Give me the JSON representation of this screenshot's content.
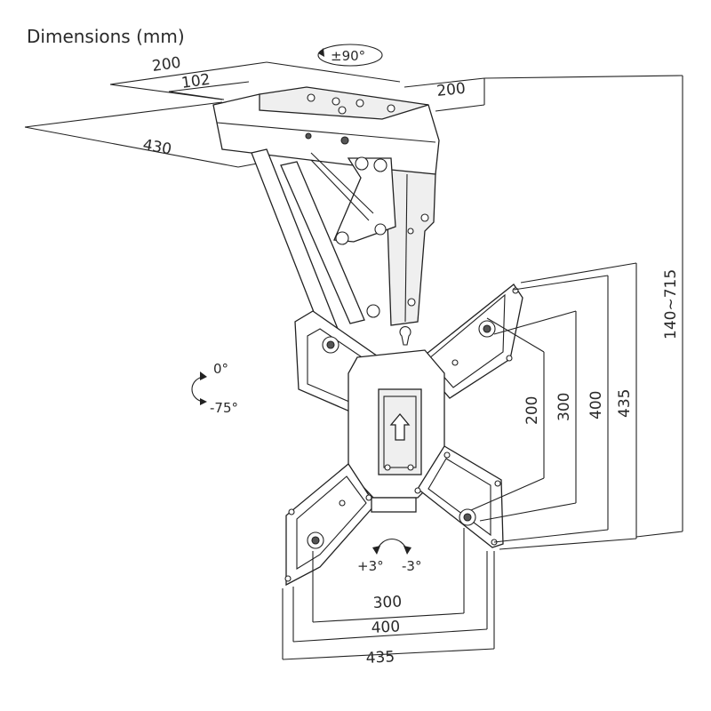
{
  "title": "Dimensions (mm)",
  "rotation": {
    "swivel": "±90°",
    "tilt_upper": "0°",
    "tilt_lower": "-75°",
    "level_plus": "+3°",
    "level_minus": "-3°"
  },
  "ceiling_plate": {
    "width": "200",
    "inner": "102",
    "depth": "200",
    "length": "430"
  },
  "vesa_right": {
    "v200": "200",
    "v300": "300",
    "v400": "400",
    "v435": "435",
    "height_range": "140~715"
  },
  "vesa_bottom": {
    "h300": "300",
    "h400": "400",
    "h435": "435"
  }
}
